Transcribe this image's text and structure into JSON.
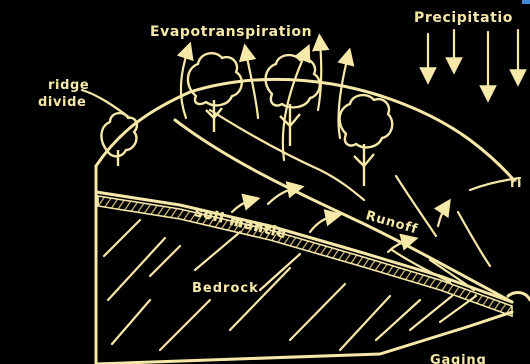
{
  "diagram": {
    "labels": {
      "evapotranspiration": "Evapotranspiration",
      "precipitation": "Precipitatio",
      "ridge_divide_line1": "ridge",
      "ridge_divide_line2": "divide",
      "ridge_right": "ri",
      "soil_mantle": "soil mantle",
      "runoff": "Runoff",
      "bedrock": "Bedrock",
      "gaging": "Gaging"
    },
    "colors": {
      "background": "#000000",
      "linework": "#f6e8a8",
      "highlight": "#fff3b0",
      "soil_hatch": "#d9c27a",
      "top_edge_accent": "#3f88d6"
    }
  }
}
